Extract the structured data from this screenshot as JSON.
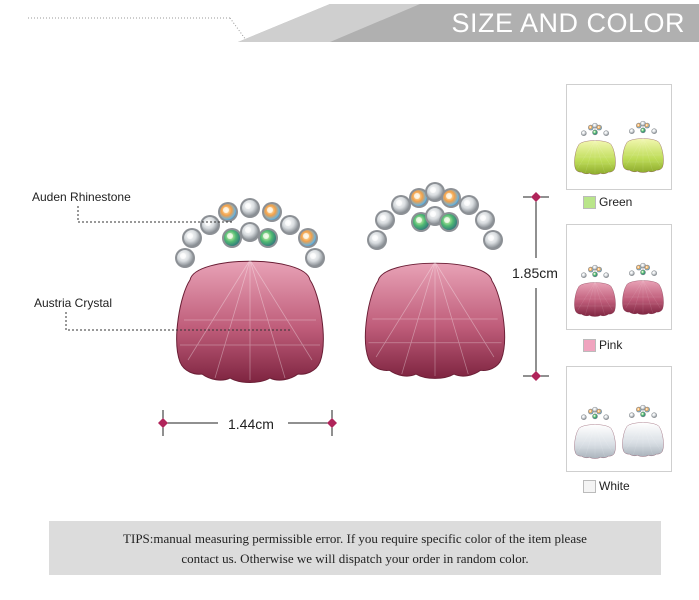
{
  "header": {
    "title": "SIZE AND COLOR"
  },
  "annotations": {
    "rhinestone": "Auden Rhinestone",
    "crystal": "Austria Crystal"
  },
  "dimensions": {
    "height": "1.85cm",
    "width": "1.44cm"
  },
  "colors": [
    {
      "name": "Green",
      "swatch": "#b9e58a"
    },
    {
      "name": "Pink",
      "swatch": "#f0a4bf"
    },
    {
      "name": "White",
      "swatch": "#f4f4f4"
    }
  ],
  "tips": {
    "line1": "TIPS:manual measuring permissible error. If you require specific color of the item please",
    "line2": "contact us. Otherwise we will dispatch your order in random color."
  },
  "palette": {
    "crystal_pink": "#b3566f",
    "marker": "#b0245a",
    "banner": "#a8a8a8"
  }
}
